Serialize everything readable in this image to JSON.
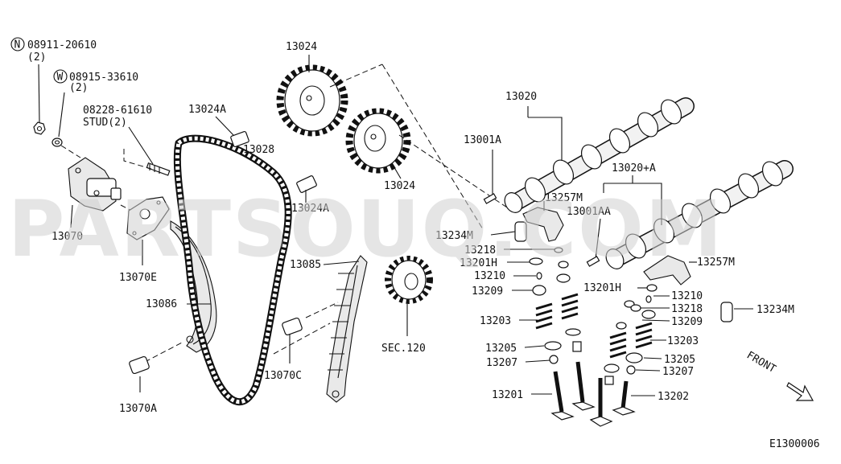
{
  "watermark": "PARTSOUQ.COM",
  "diagram_code": "E1300006",
  "front_label": "FRONT",
  "labels": {
    "nut_symbol": "N",
    "nut_part": "08911-20610",
    "nut_qty": "(2)",
    "washer_symbol": "W",
    "washer_part": "08915-33610",
    "washer_qty": "(2)",
    "stud_part": "08228-61610",
    "stud_text": "STUD(2)",
    "p13070": "13070",
    "p13070e": "13070E",
    "p13086": "13086",
    "p13070a": "13070A",
    "p13024a_top": "13024A",
    "p13028": "13028",
    "p13024_top": "13024",
    "p13024_mid": "13024",
    "p13024a_mid": "13024A",
    "p13085": "13085",
    "p13070c": "13070C",
    "sec120": "SEC.120",
    "p13020": "13020",
    "p13001a": "13001A",
    "p13020a": "13020+A",
    "p13257m_left": "13257M",
    "p13001aa": "13001AA",
    "p13234m_left": "13234M",
    "p13218_left": "13218",
    "p13201h_left": "13201H",
    "p13210_left": "13210",
    "p13209_left": "13209",
    "p13203_left": "13203",
    "p13205_left": "13205",
    "p13207_left": "13207",
    "p13201": "13201",
    "p13257m_right": "13257M",
    "p13201h_right": "13201H",
    "p13210_right": "13210",
    "p13218_right": "13218",
    "p13234m_right": "13234M",
    "p13209_right": "13209",
    "p13203_right": "13203",
    "p13205_right": "13205",
    "p13207_right": "13207",
    "p13202": "13202"
  }
}
